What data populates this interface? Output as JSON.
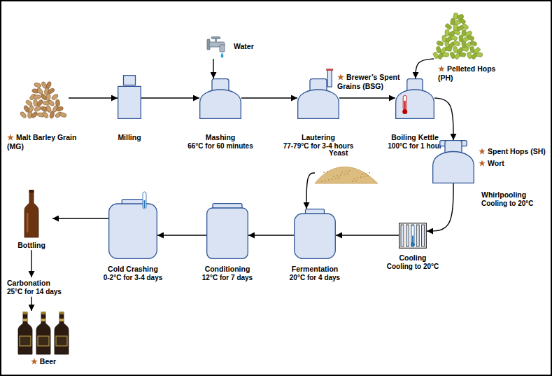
{
  "diagram": {
    "nodes": [
      {
        "text": [
          "Malt Barley Grain (MG)"
        ]
      },
      {
        "text": [
          "Milling"
        ]
      },
      {
        "text": [
          "Mashing",
          "66°C for 60 minutes"
        ]
      },
      {
        "text": [
          "Lautering",
          "77-79°C for 3-4 hours"
        ]
      },
      {
        "text": [
          "Boiling Kettle",
          "100°C for 1 hour"
        ]
      },
      {
        "text": [
          "Whirlpooling",
          "Cooling to 20°C"
        ]
      },
      {
        "text": [
          "Cooling",
          "Cooling to 20°C"
        ]
      },
      {
        "text": [
          "Fermentation",
          "20°C for 4 days"
        ]
      },
      {
        "text": [
          "Conditioning",
          "12°C for 7 days"
        ]
      },
      {
        "text": [
          "Cold Crashing",
          "0-2°C for 3-4 days"
        ]
      },
      {
        "text": [
          "Bottling"
        ]
      },
      {
        "text": [
          "Carbonation",
          "25°C for 14 days"
        ]
      },
      {
        "text": [
          "Beer"
        ]
      },
      {
        "text": [
          "Water"
        ]
      },
      {
        "text": [
          "Pelleted Hops (PH)"
        ]
      },
      {
        "text": [
          "Yeast"
        ]
      }
    ],
    "edges": [
      {
        "from": 0,
        "to": 1,
        "arrow": "to"
      },
      {
        "from": 1,
        "to": 2,
        "arrow": "to"
      },
      {
        "from": 2,
        "to": 3,
        "arrow": "to"
      },
      {
        "from": 3,
        "to": 4,
        "arrow": "to"
      },
      {
        "from": 4,
        "to": 5,
        "arrow": "to"
      },
      {
        "from": 5,
        "to": 6,
        "arrow": "to"
      },
      {
        "from": 6,
        "to": 7,
        "arrow": "to"
      },
      {
        "from": 7,
        "to": 8,
        "arrow": "to"
      },
      {
        "from": 8,
        "to": 9,
        "arrow": "to"
      },
      {
        "from": 9,
        "to": 10,
        "arrow": "to"
      },
      {
        "from": 10,
        "to": 11,
        "arrow": "to"
      },
      {
        "from": 11,
        "to": 12,
        "arrow": "to"
      },
      {
        "from": 13,
        "to": 2,
        "arrow": "to"
      },
      {
        "from": 14,
        "to": 4,
        "arrow": "to"
      },
      {
        "from": 15,
        "to": 7,
        "arrow": "to"
      }
    ],
    "labels": [
      "Brewer’s Spent Grains (BSG)",
      "Spent Hops (SH)",
      "Wort"
    ]
  }
}
